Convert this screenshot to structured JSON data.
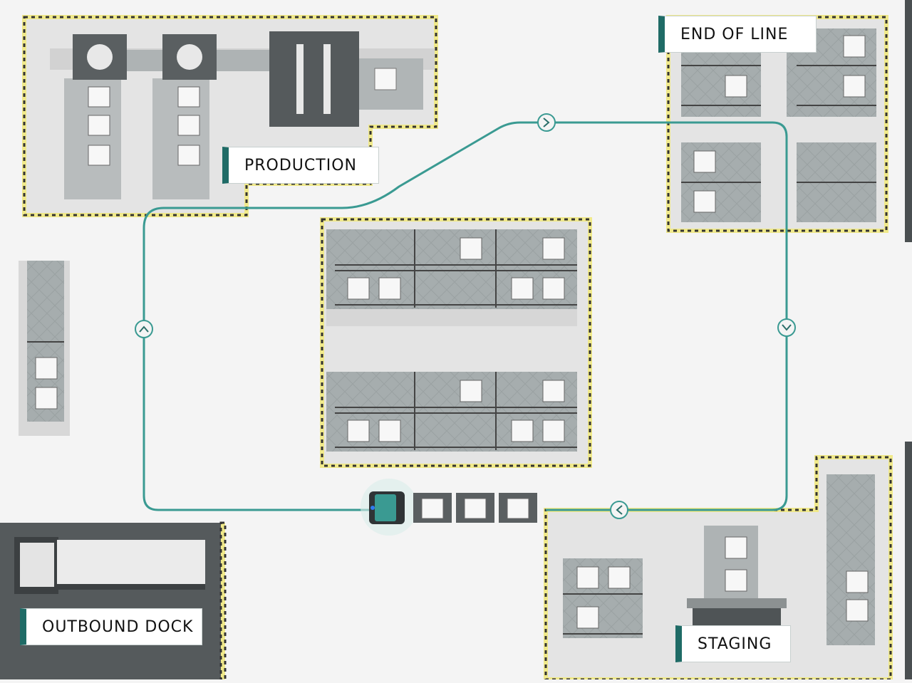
{
  "labels": {
    "production": "PRODUCTION",
    "end_of_line": "END OF LINE",
    "outbound_dock": "OUTBOUND DOCK",
    "staging": "STAGING"
  },
  "route": {
    "direction_arrows": [
      "chevron-right-icon",
      "chevron-down-icon",
      "chevron-left-icon",
      "chevron-up-icon"
    ]
  },
  "colors": {
    "background": "#f4f4f4",
    "route": "#3a9a92",
    "label_accent": "#1f6b66",
    "hazard_yellow": "#f0e98a",
    "hazard_black": "#333333",
    "shelving": "#a9b0b1",
    "machinery_dark": "#555a5c"
  }
}
